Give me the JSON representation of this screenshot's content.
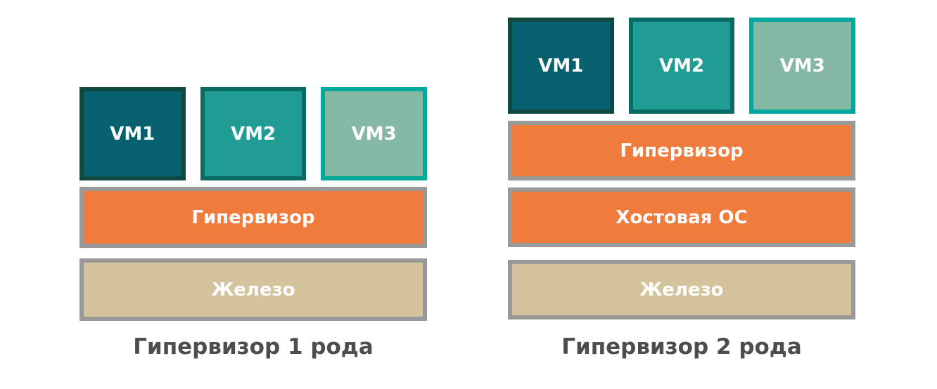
{
  "colors": {
    "background": "#ffffff",
    "vm1_fill": "#06606d",
    "vm1_border": "#10493f",
    "vm2_fill": "#1f9d95",
    "vm2_border": "#0a6b64",
    "vm3_fill": "#85b8a3",
    "vm3_border": "#00a89e",
    "layer_orange": "#ef7b3d",
    "layer_tan": "#d4c39c",
    "layer_border": "#999999",
    "box_text": "#ffffff",
    "caption_text": "#4d4d4d"
  },
  "diagrams": [
    {
      "caption": "Гипервизор 1 рода",
      "vms": [
        {
          "label": "VM1"
        },
        {
          "label": "VM2"
        },
        {
          "label": "VM3"
        }
      ],
      "layers": [
        {
          "label": "Гипервизор",
          "kind": "hypervisor"
        },
        {
          "label": "Железо",
          "kind": "hardware"
        }
      ]
    },
    {
      "caption": "Гипервизор 2 рода",
      "vms": [
        {
          "label": "VM1"
        },
        {
          "label": "VM2"
        },
        {
          "label": "VM3"
        }
      ],
      "layers": [
        {
          "label": "Гипервизор",
          "kind": "hypervisor"
        },
        {
          "label": "Хостовая ОС",
          "kind": "host-os"
        },
        {
          "label": "Железо",
          "kind": "hardware"
        }
      ]
    }
  ]
}
